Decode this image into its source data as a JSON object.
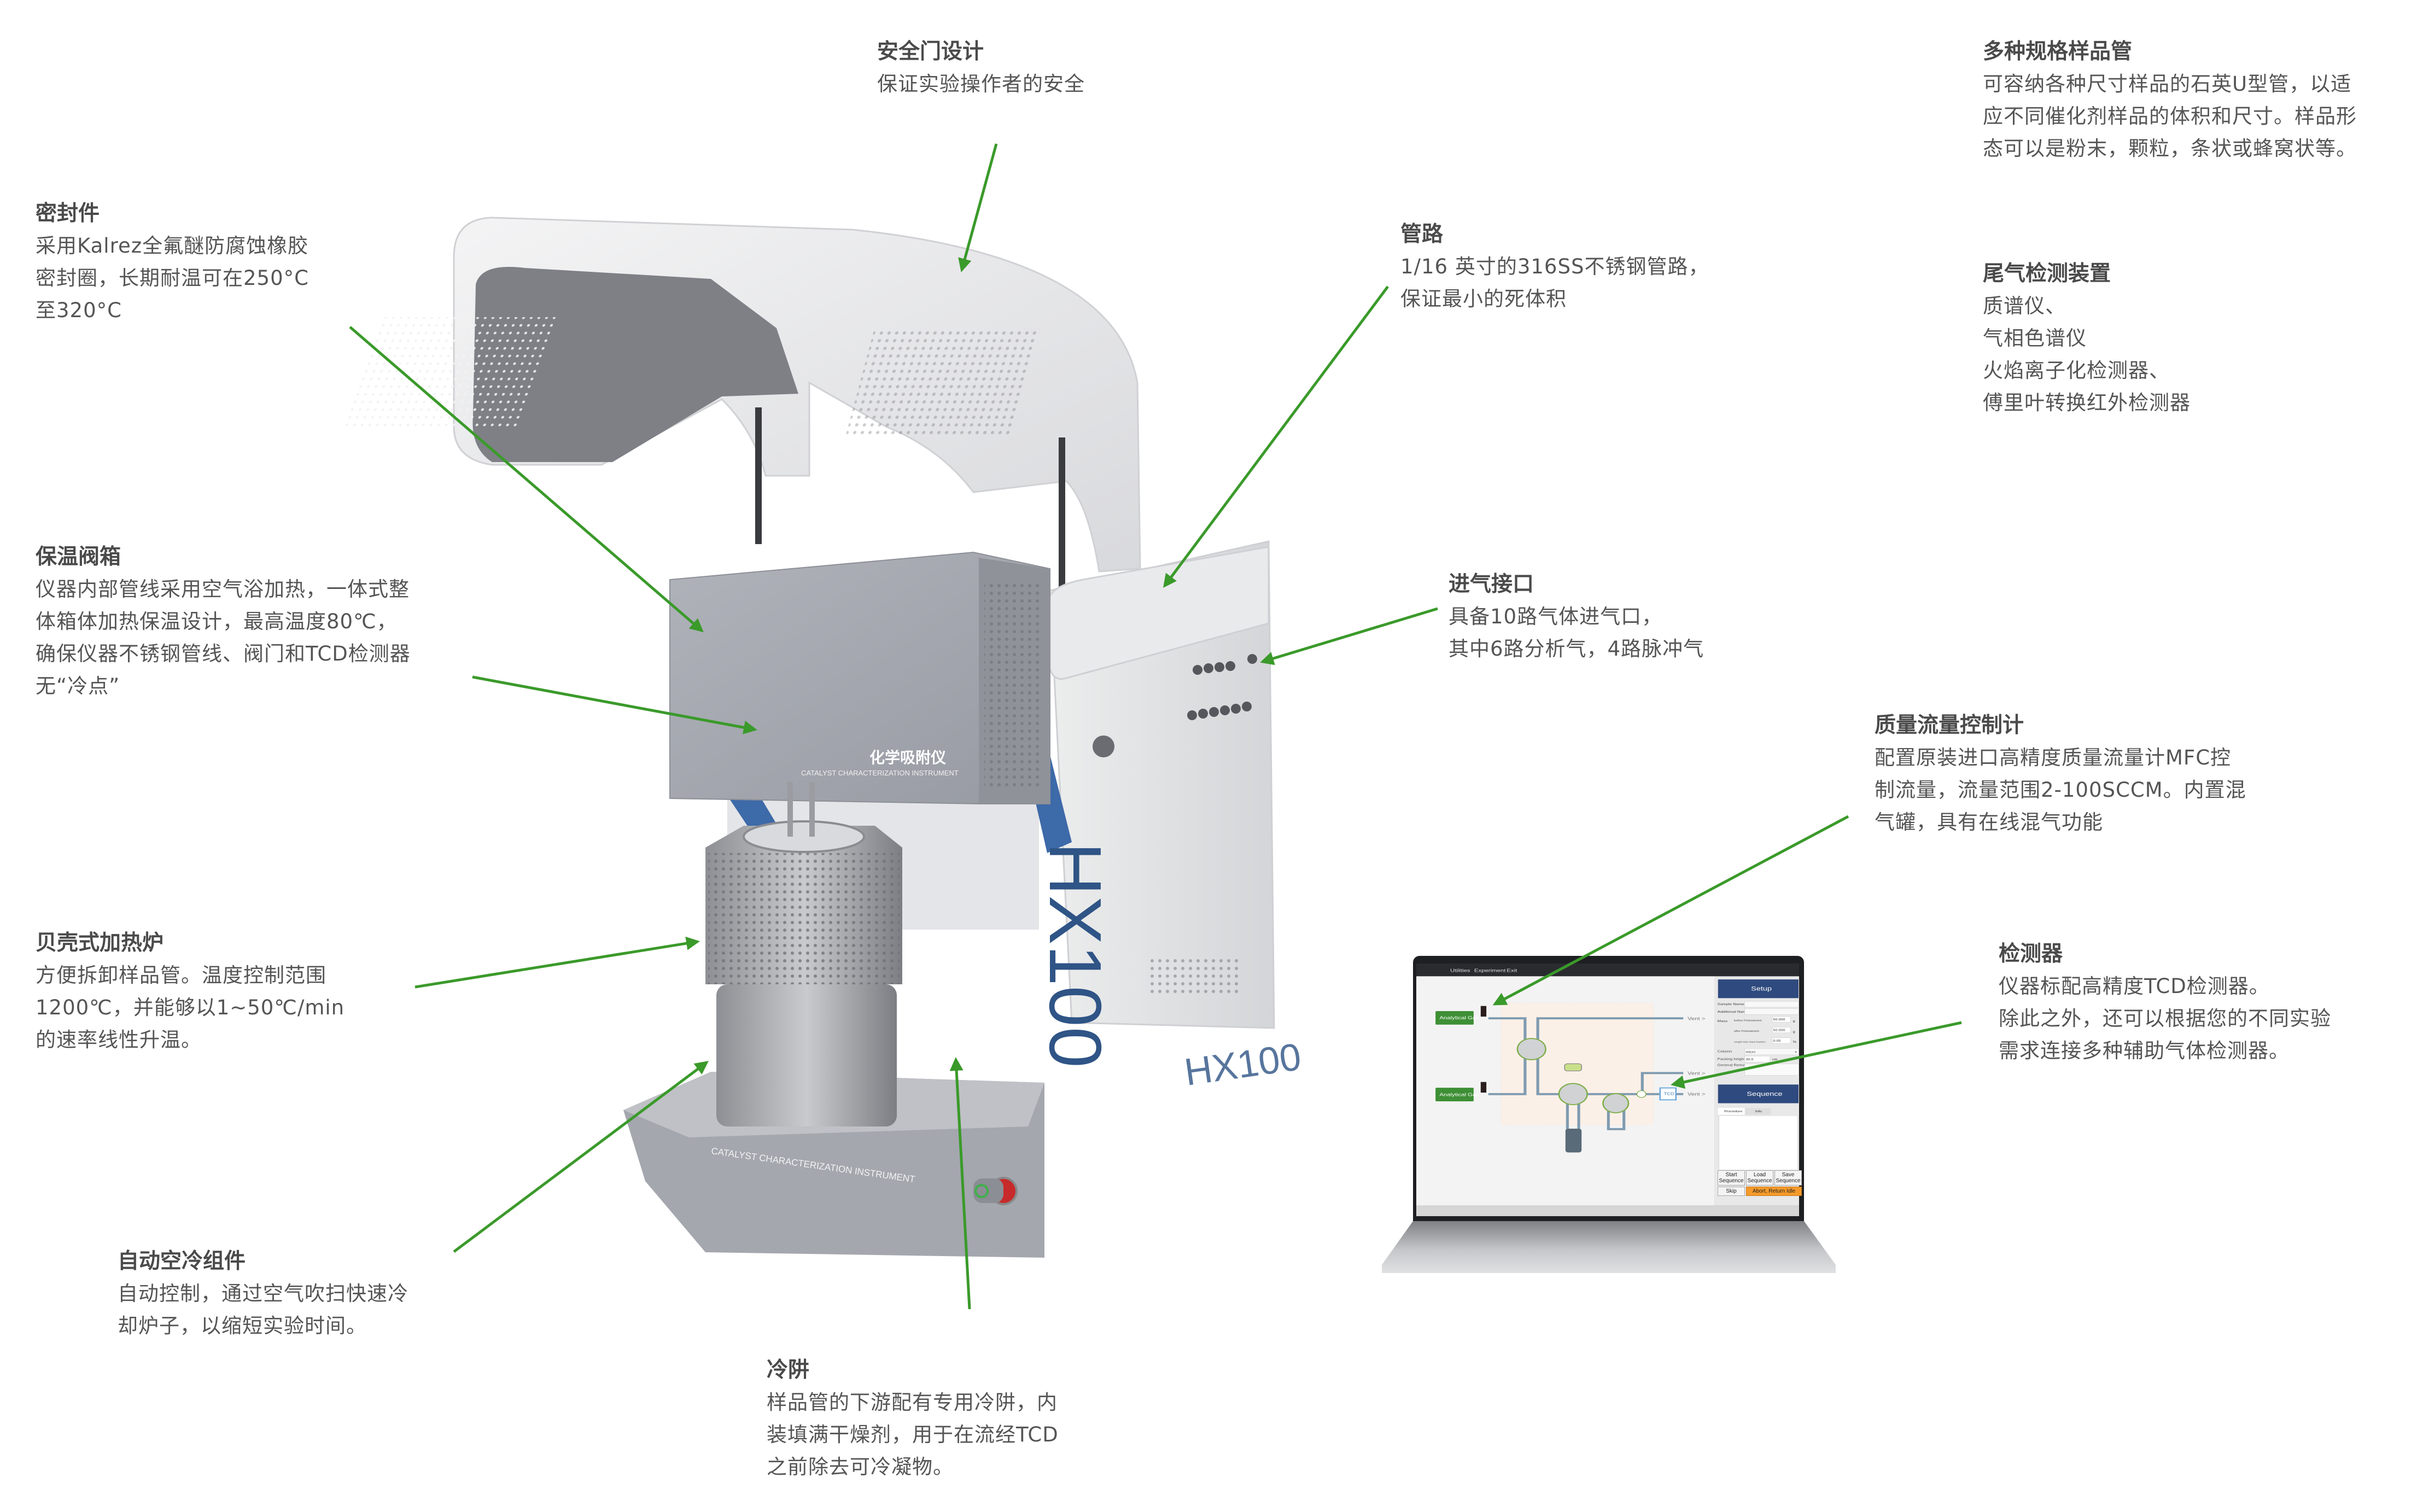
{
  "colors": {
    "leader": "#3a9a2a",
    "text": "#555555",
    "machine_gray": "#a6a9b1",
    "machine_white": "#e6e7ea",
    "accent_blue": "#3a5e8c"
  },
  "callouts": [
    {
      "id": "safety-door",
      "title": "安全门设计",
      "lines": [
        "保证实验操作者的安全"
      ]
    },
    {
      "id": "sample-tubes",
      "title": "多种规格样品管",
      "lines": [
        "可容纳各种尺寸样品的石英U型管，以适",
        "应不同催化剂样品的体积和尺寸。样品形",
        "态可以是粉末，颗粒，条状或蜂窝状等。"
      ]
    },
    {
      "id": "seal",
      "title": "密封件",
      "lines": [
        "采用Kalrez全氟醚防腐蚀橡胶",
        "密封圈，长期耐温可在250°C",
        "至320°C"
      ]
    },
    {
      "id": "tubing",
      "title": "管路",
      "lines": [
        "1/16 英寸的316SS不锈钢管路，",
        "保证最小的死体积"
      ]
    },
    {
      "id": "exhaust-detection",
      "title": "尾气检测装置",
      "lines": [
        "质谱仪、",
        "气相色谱仪",
        "火焰离子化检测器、",
        "傅里叶转换红外检测器"
      ]
    },
    {
      "id": "heated-valve-box",
      "title": "保温阀箱",
      "lines": [
        "仪器内部管线采用空气浴加热，一体式整",
        "体箱体加热保温设计，最高温度80℃，",
        "确保仪器不锈钢管线、阀门和TCD检测器",
        "无“冷点”"
      ]
    },
    {
      "id": "gas-inlet",
      "title": "进气接口",
      "lines": [
        "具备10路气体进气口，",
        "其中6路分析气，4路脉冲气"
      ]
    },
    {
      "id": "mfc",
      "title": "质量流量控制计",
      "lines": [
        "配置原装进口高精度质量流量计MFC控",
        "制流量，流量范围2-100SCCM。内置混",
        "气罐，具有在线混气功能"
      ]
    },
    {
      "id": "clamshell-furnace",
      "title": "贝壳式加热炉",
      "lines": [
        "方便拆卸样品管。温度控制范围",
        "1200℃，并能够以1~50℃/min",
        "的速率线性升温。"
      ]
    },
    {
      "id": "detector",
      "title": "检测器",
      "lines": [
        "仪器标配高精度TCD检测器。",
        "除此之外，还可以根据您的不同实验",
        "需求连接多种辅助气体检测器。"
      ]
    },
    {
      "id": "auto-air-cooling",
      "title": "自动空冷组件",
      "lines": [
        "自动控制，通过空气吹扫快速冷",
        "却炉子，以缩短实验时间。"
      ]
    },
    {
      "id": "cold-trap",
      "title": "冷阱",
      "lines": [
        "样品管的下游配有专用冷阱，内",
        "装填满干燥剂，用于在流经TCD",
        "之前除去可冷凝物。"
      ]
    }
  ],
  "machine": {
    "label_cn": "化学吸附仪",
    "label_en": "CATALYST CHARACTERIZATION INSTRUMENT",
    "model": "HX100"
  },
  "software": {
    "menu": [
      "Utilities",
      "Experiment",
      "Exit"
    ],
    "gas_labels": [
      "Analytical Gas",
      "Analytical Gas"
    ],
    "vents": [
      "Vent >",
      "Vent >",
      "Vent >"
    ],
    "tcd": "TCD",
    "setup": "Setup",
    "fields": {
      "sample_name": "Sample Name",
      "additional_name": "Additional Name",
      "mass": "Mass",
      "before": "before Pretreatment",
      "after": "after Pretreatment",
      "weight_loss": "weight loss mass fraction",
      "before_value": "50.000",
      "after_value": "50.000",
      "loss_value": "0.00",
      "unit_g": "g",
      "unit_pct": "%",
      "column": "Column",
      "column_value": "micro",
      "packing_height": "Packing height",
      "packing_value": "30.0",
      "unit_cm": "cm",
      "remarks": "General Remarks"
    },
    "sequence": "Sequence",
    "tabs": [
      "Procedure",
      "Info"
    ],
    "buttons": [
      "Start Sequence",
      "Load Sequence",
      "Save Sequence",
      "Skip",
      "Abort, Return Idle"
    ]
  }
}
